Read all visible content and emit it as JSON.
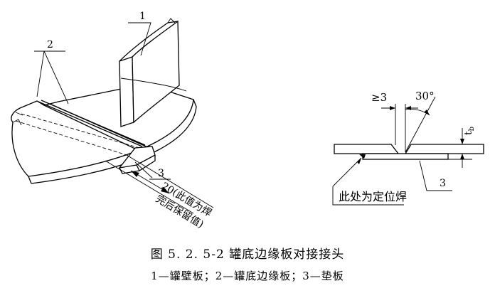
{
  "figure": {
    "caption_title": "图 5. 2. 5-2   罐底边缘板对接接头",
    "caption_legend": "1—罐壁板；2—罐底边缘板；3—垫板"
  },
  "left_view": {
    "label_1": "1",
    "label_2": "2",
    "label_3": "3",
    "dimension_line1": "20(此值为焊",
    "dimension_line2": "完后保留值)"
  },
  "right_view": {
    "gap_label": "≥3",
    "angle_label": "30°",
    "thickness_label": "t",
    "thickness_sub": "b",
    "label_3": "3",
    "tack_weld_label": "此处为定位焊"
  }
}
